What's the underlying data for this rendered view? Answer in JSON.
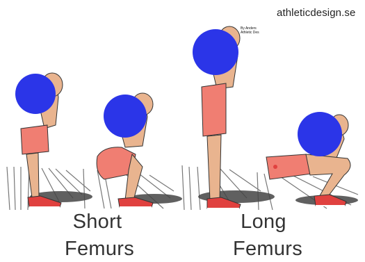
{
  "watermark": "athleticdesign.se",
  "credit": [
    "By Anders",
    "Athletic Des"
  ],
  "panels": {
    "short": {
      "line1": "Short",
      "line2": "Femurs"
    },
    "long": {
      "line1": "Long",
      "line2": "Femurs"
    }
  },
  "colors": {
    "head_cover": "#2b35e8",
    "shorts": "#f07e72",
    "skin": "#e9b48f",
    "shoe": "#e0413f",
    "floor_line": "#777777"
  }
}
